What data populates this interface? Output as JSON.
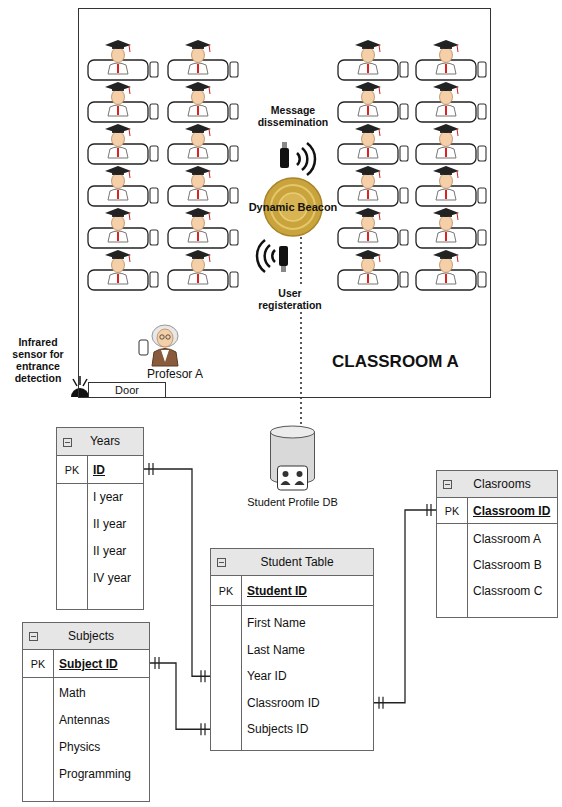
{
  "diagram": {
    "nodes": [
      {
        "text": [
          "CLASSROOM A"
        ]
      },
      {
        "text": [
          "Dynamic Beacon"
        ],
        "in": 0
      },
      {
        "text": [
          "Door"
        ],
        "in": 0
      },
      {
        "text": [
          "Student Profile DB"
        ]
      },
      {
        "text": [
          "Years"
        ]
      },
      {
        "text": [
          "PK",
          "ID"
        ],
        "in": 4
      },
      {
        "text": [
          "I year",
          "II year",
          "II year",
          "IV year"
        ],
        "in": 4
      },
      {
        "text": [
          "Student Table"
        ]
      },
      {
        "text": [
          "PK",
          "Student ID"
        ],
        "in": 7
      },
      {
        "text": [
          "First Name",
          "Last Name",
          "Year ID",
          "Classroom ID",
          "Subjects ID"
        ],
        "in": 7
      },
      {
        "text": [
          "Clasrooms"
        ]
      },
      {
        "text": [
          "PK",
          "Classroom ID"
        ],
        "in": 10
      },
      {
        "text": [
          "Classroom A",
          "Classroom B",
          "Classroom C"
        ],
        "in": 10
      },
      {
        "text": [
          "Subjects"
        ]
      },
      {
        "text": [
          "PK",
          "Subject ID"
        ],
        "in": 13
      },
      {
        "text": [
          "Math",
          "Antennas",
          "Physics",
          "Programming"
        ],
        "in": 13
      }
    ],
    "edges": [
      {
        "from": 1,
        "to": 3,
        "arrow": "none"
      },
      {
        "from": 5,
        "to": 9,
        "arrow": "both"
      },
      {
        "from": 14,
        "to": 9,
        "arrow": "both"
      },
      {
        "from": 9,
        "to": 11,
        "arrow": "both"
      }
    ],
    "labels": [
      "Message dissemination",
      "User registeration",
      "Profesor A",
      "Infrared sensor for entrance detection"
    ]
  }
}
